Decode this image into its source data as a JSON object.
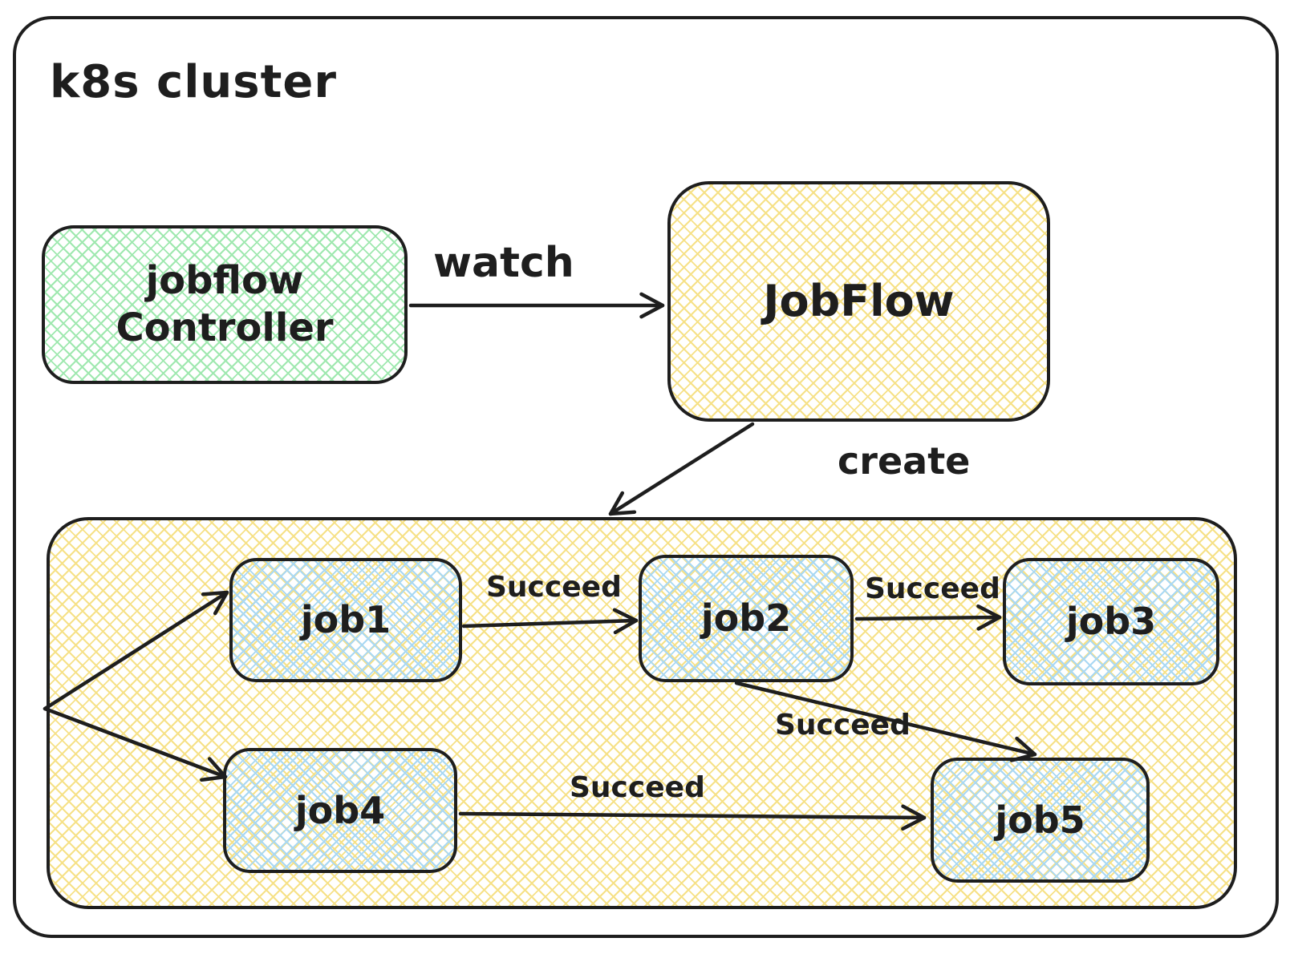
{
  "title": "k8s cluster",
  "nodes": {
    "controller": "jobflow\nController",
    "jobflow": "JobFlow",
    "job1": "job1",
    "job2": "job2",
    "job3": "job3",
    "job4": "job4",
    "job5": "job5"
  },
  "edges": {
    "watch": {
      "from": "jobflow Controller",
      "to": "JobFlow",
      "label": "watch"
    },
    "create": {
      "from": "JobFlow",
      "to": "jobs group",
      "label": "create"
    },
    "fork_job1": {
      "from": "jobs group start",
      "to": "job1",
      "label": ""
    },
    "fork_job4": {
      "from": "jobs group start",
      "to": "job4",
      "label": ""
    },
    "job1_job2": {
      "from": "job1",
      "to": "job2",
      "label": "Succeed"
    },
    "job2_job3": {
      "from": "job2",
      "to": "job3",
      "label": "Succeed"
    },
    "job2_job5": {
      "from": "job2",
      "to": "job5",
      "label": "Succeed"
    },
    "job4_job5": {
      "from": "job4",
      "to": "job5",
      "label": "Succeed"
    }
  },
  "colors": {
    "stroke": "#1e1e1e",
    "hatch_green": "#9fe8af",
    "hatch_yellow": "#f6e187",
    "hatch_blue": "#a9d8f3",
    "canvas_bg": "#ffffff"
  }
}
